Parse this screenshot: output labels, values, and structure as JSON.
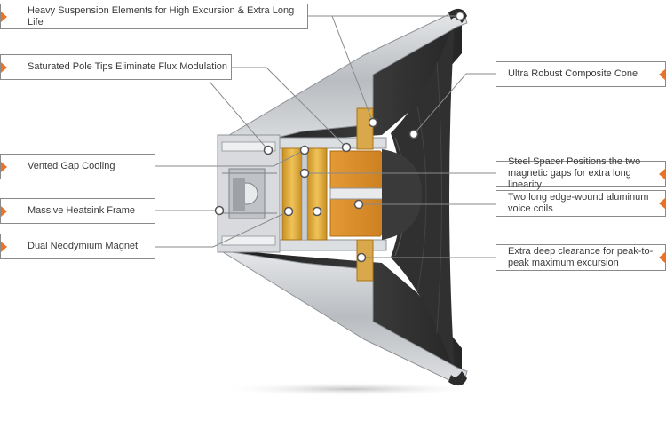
{
  "callouts": {
    "heavy_suspension": "Heavy Suspension Elements for High Excursion & Extra Long Life",
    "saturated_pole": "Saturated Pole Tips Eliminate Flux Modulation",
    "vented_gap": "Vented Gap Cooling",
    "heatsink_frame": "Massive Heatsink Frame",
    "neodymium": "Dual Neodymium Magnet",
    "composite_cone": "Ultra Robust Composite Cone",
    "steel_spacer": "Steel Spacer Positions the two magnetic gaps for extra long linearity",
    "voice_coils": "Two long edge-wound aluminum voice coils",
    "deep_clearance": "Extra deep clearance for peak-to-peak maximum excursion"
  },
  "colors": {
    "accent": "#e8742a",
    "cone": "#2a2a2a",
    "frame": "#c9ccd0",
    "magnet": "#e0a93a",
    "coil": "#d98a2a"
  }
}
